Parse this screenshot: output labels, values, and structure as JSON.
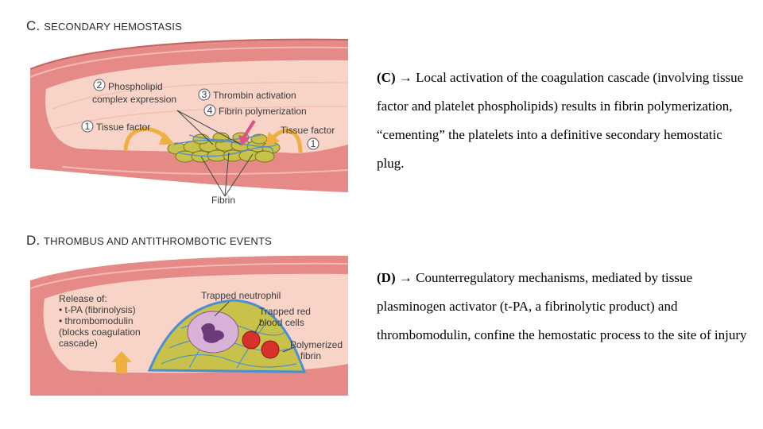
{
  "panel_c": {
    "letter": "C.",
    "title": "SECONDARY HEMOSTASIS",
    "labels": {
      "phospholipid": [
        "Phospholipid",
        "complex expression"
      ],
      "thrombin": "Thrombin activation",
      "fibrin_poly": "Fibrin polymerization",
      "tissue_factor_left": "Tissue factor",
      "tissue_factor_right": "Tissue factor",
      "fibrin": "Fibrin",
      "num_1": "1",
      "num_2": "2",
      "num_3": "3",
      "num_4": "4"
    }
  },
  "panel_d": {
    "letter": "D.",
    "title": "THROMBUS AND ANTITHROMBOTIC EVENTS",
    "labels": {
      "release": [
        "Release of:",
        "• t-PA (fibrinolysis)",
        "• thrombomodulin",
        "(blocks coagulation",
        "cascade)"
      ],
      "neutrophil": "Trapped neutrophil",
      "red_cells": [
        "Trapped red",
        "blood cells"
      ],
      "polymerized": [
        "Polymerized",
        "fibrin"
      ]
    }
  },
  "text_c": {
    "tag": "(C)",
    "arrow": "→",
    "body": "Local activation of the coagulation cascade (involving tissue factor and platelet phospholipids) results in fibrin polymerization, “cementing” the platelets into a definitive secondary hemostatic plug."
  },
  "text_d": {
    "tag": "(D)",
    "arrow": "→",
    "body": "Counterregulatory mechanisms, mediated by tissue plasminogen activator (t-PA, a fibrinolytic product) and thrombomodulin, confine the hemostatic process to the site of injury"
  },
  "colors": {
    "vessel_wall": "#e58a86",
    "lumen": "#f7d3c8",
    "platelet": "#c9c24a",
    "fibrin": "#4a8fd1",
    "arrow_orange": "#f0b040",
    "arrow_pink": "#e0508a",
    "rbc": "#d8302a",
    "neutrophil": "#d9b2d8"
  }
}
